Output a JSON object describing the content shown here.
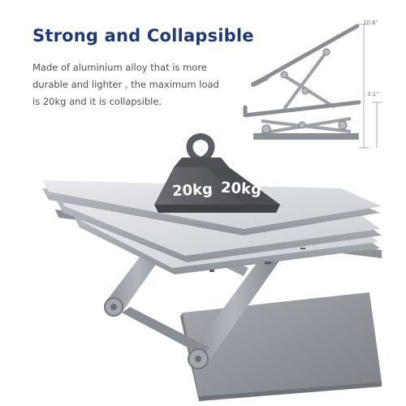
{
  "heading": "Strong and Collapsible",
  "description": "Made of aluminium alloy that is more durable and lighter , the maximum load is 20kg and it is collapsible.",
  "dimensions": {
    "height_max": "10.6\"",
    "height_min": "3.1\""
  },
  "weight": {
    "label_left": "20kg",
    "label_right": "20kg"
  },
  "icons": {
    "weight": "kettlebell-weight-icon"
  },
  "colors": {
    "heading": "#1f3a73",
    "text": "#4a4f57",
    "aluminium": "#9ea2a8",
    "weight": "#55585d"
  }
}
